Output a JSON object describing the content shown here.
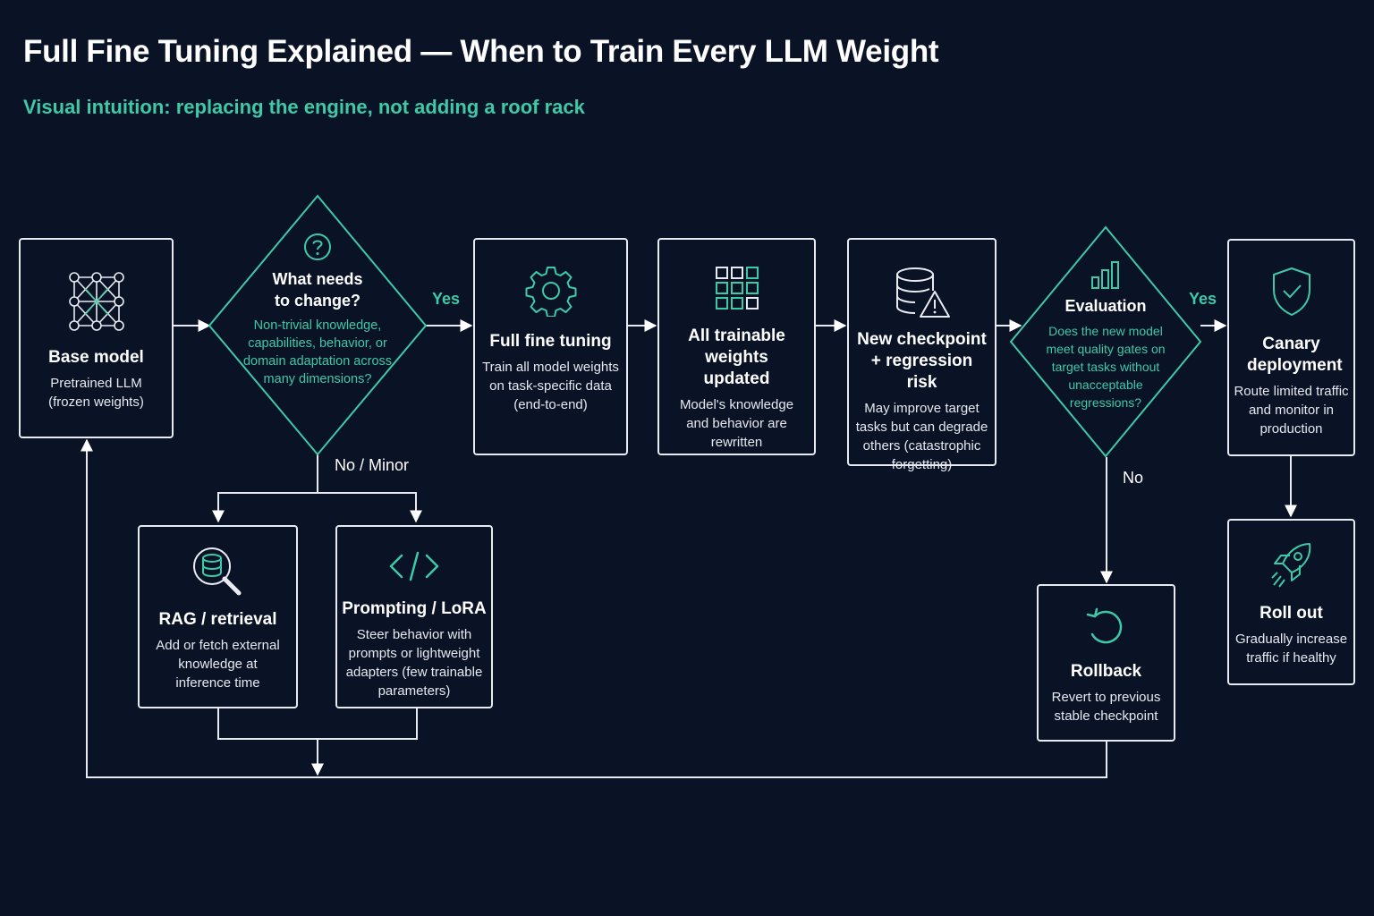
{
  "header": {
    "title": "Full Fine Tuning Explained — When to Train Every LLM Weight",
    "subtitle": "Visual intuition: replacing the engine, not adding a roof rack"
  },
  "nodes": {
    "base_model": {
      "title": "Base model",
      "desc": "Pretrained LLM (frozen weights)",
      "icon": "neural-network-icon"
    },
    "decision_change": {
      "title": "What needs to change?",
      "desc": "Non-trivial knowledge, capabilities, behavior, or domain adaptation across many dimensions?",
      "icon": "question-icon"
    },
    "full_fine_tuning": {
      "title": "Full fine tuning",
      "desc": "Train all model weights on task-specific data (end-to-end)",
      "icon": "gear-icon"
    },
    "weights_updated": {
      "title": "All trainable weights updated",
      "desc": "Model's knowledge and behavior are rewritten",
      "icon": "grid-icon"
    },
    "new_checkpoint": {
      "title": "New checkpoint + regression risk",
      "desc": "May improve target tasks but can degrade others (catastrophic forgetting)",
      "icon": "database-warning-icon"
    },
    "evaluation": {
      "title": "Evaluation",
      "desc": "Does the new model meet quality gates on target tasks without unacceptable regressions?",
      "icon": "bar-chart-icon"
    },
    "canary": {
      "title": "Canary deployment",
      "desc": "Route limited traffic and monitor in production",
      "icon": "shield-check-icon"
    },
    "roll_out": {
      "title": "Roll out",
      "desc": "Gradually increase traffic if healthy",
      "icon": "rocket-icon"
    },
    "rag": {
      "title": "RAG / retrieval",
      "desc": "Add or fetch external knowledge at inference time",
      "icon": "search-database-icon"
    },
    "prompting": {
      "title": "Prompting / LoRA",
      "desc": "Steer behavior with prompts or lightweight adapters (few trainable parameters)",
      "icon": "code-icon"
    },
    "rollback": {
      "title": "Rollback",
      "desc": "Revert to previous stable checkpoint",
      "icon": "rollback-icon"
    }
  },
  "edges": {
    "yes_1": "Yes",
    "no_minor": "No / Minor",
    "yes_2": "Yes",
    "no_2": "No"
  },
  "colors": {
    "background": "#0a1226",
    "accent": "#3ec9a7",
    "line": "#e8ecf2"
  }
}
